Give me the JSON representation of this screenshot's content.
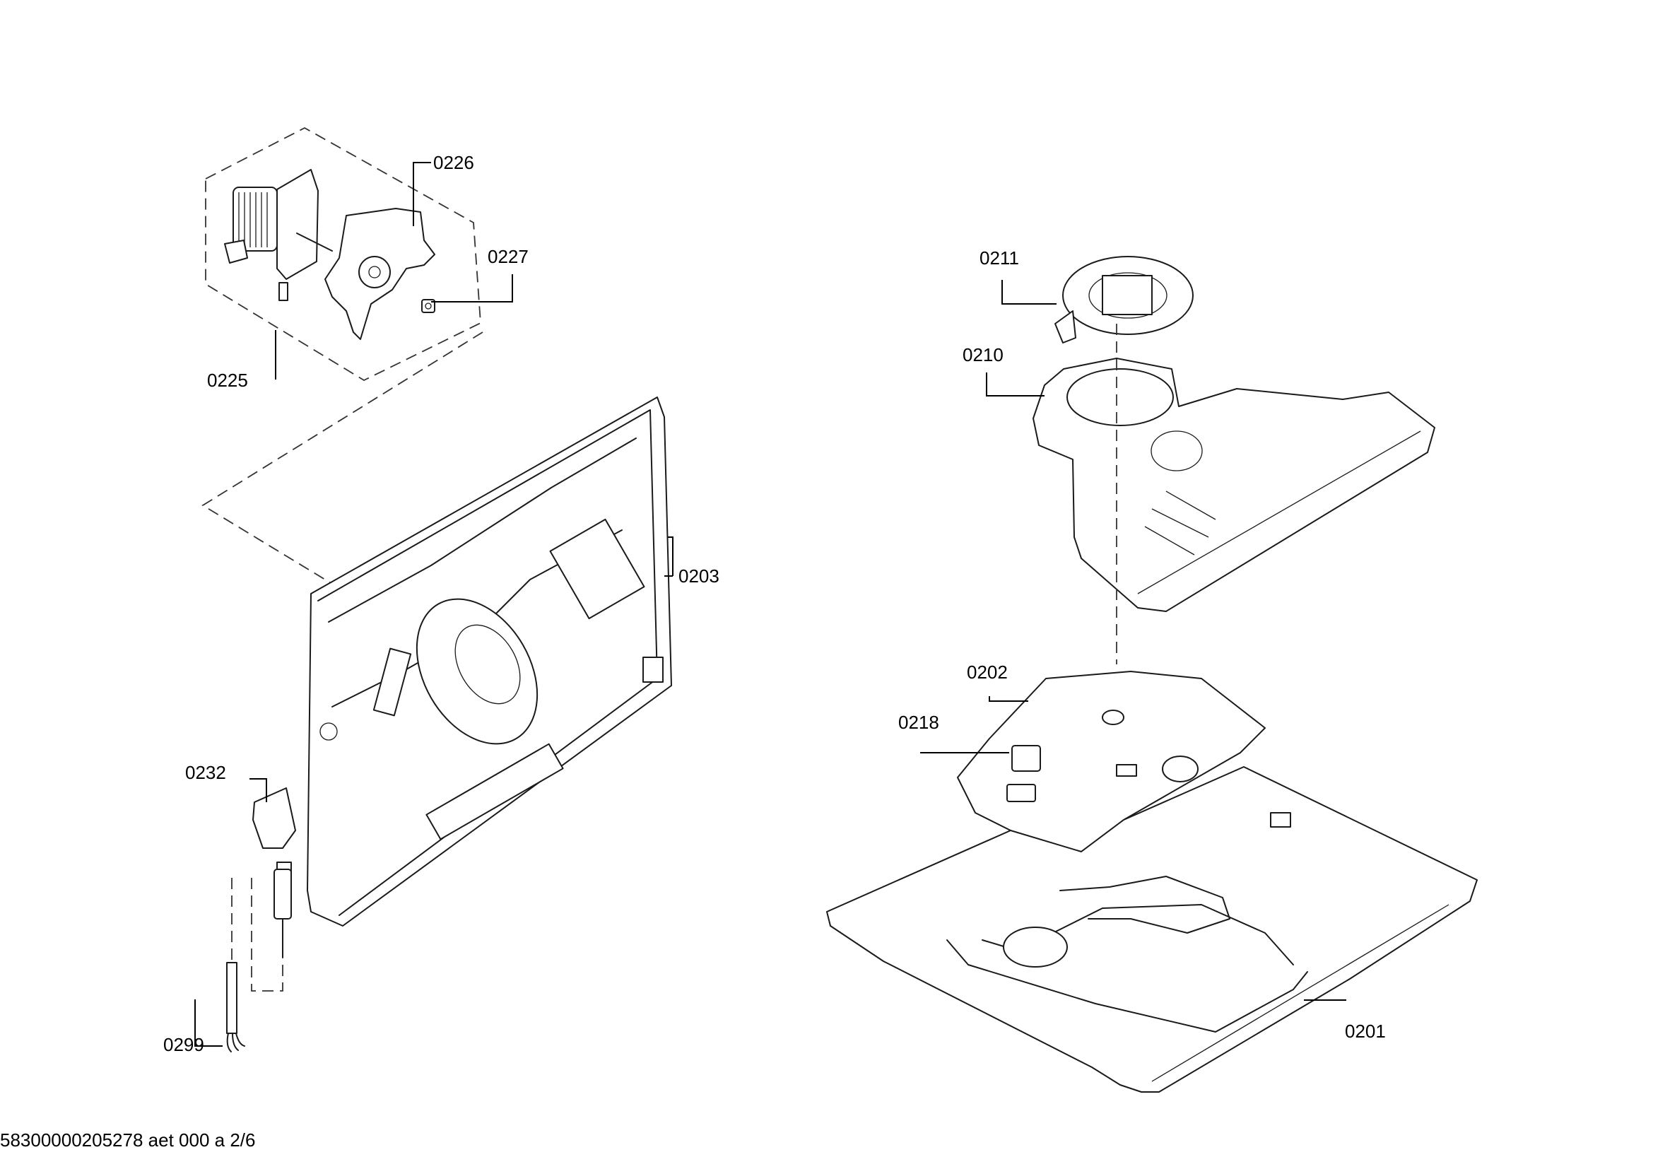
{
  "callouts": {
    "c0226": "0226",
    "c0227": "0227",
    "c0225": "0225",
    "c0203": "0203",
    "c0232": "0232",
    "c0299": "0299",
    "c0211": "0211",
    "c0210": "0210",
    "c0202": "0202",
    "c0218": "0218",
    "c0201": "0201"
  },
  "footer": {
    "document_code": "58300000205278 aet 000 a 2/6"
  }
}
